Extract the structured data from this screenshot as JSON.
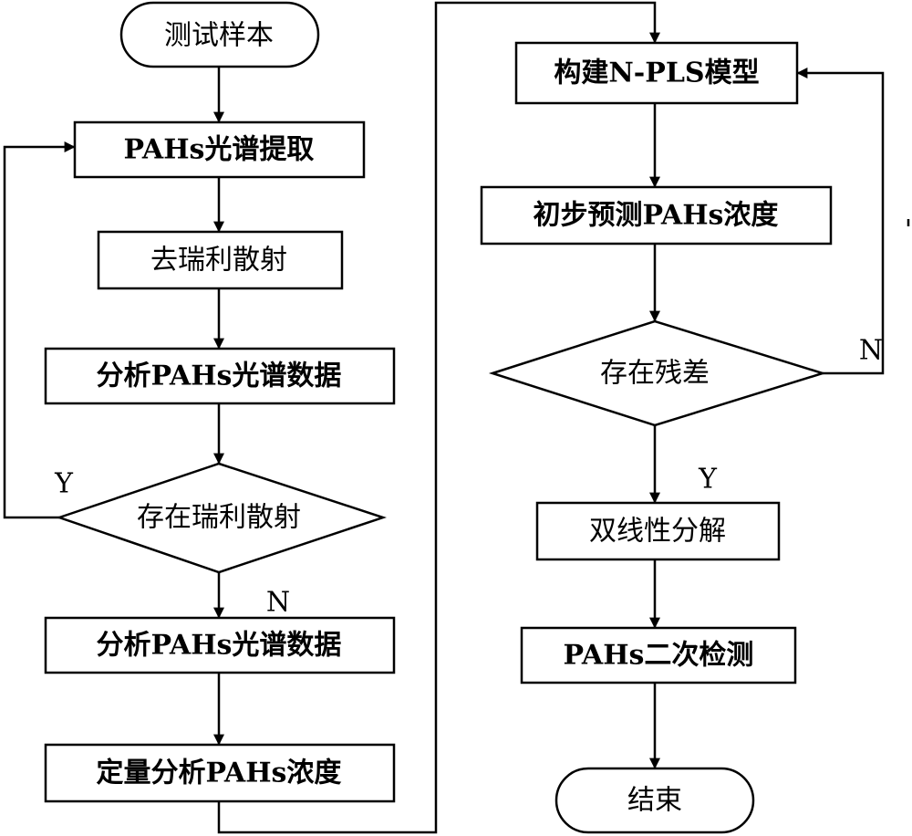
{
  "nodes": {
    "start": "测试样本",
    "extract": "PAHs光谱提取",
    "remove_rayleigh": "去瑞利散射",
    "analyze_1": "分析PAHs光谱数据",
    "decision_rayleigh": "存在瑞利散射",
    "analyze_2": "分析PAHs光谱数据",
    "quantify": "定量分析PAHs浓度",
    "build_model": "构建N-PLS模型",
    "predict": "初步预测PAHs浓度",
    "decision_residual": "存在残差",
    "bilinear": "双线性分解",
    "second_detect": "PAHs二次检测",
    "end": "结束"
  },
  "edge_labels": {
    "rayleigh_yes": "Y",
    "rayleigh_no": "N",
    "residual_no": "N",
    "residual_yes": "Y"
  }
}
